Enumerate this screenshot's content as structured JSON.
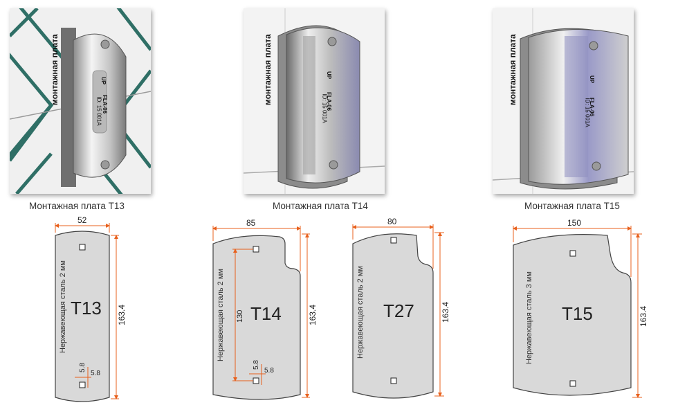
{
  "photos": [
    {
      "label": "монтажная плата",
      "up": "UP",
      "model": "FLA-06",
      "id": "ID: 15 001A",
      "caption": "Монтажная плата T13"
    },
    {
      "label": "монтажная плата",
      "up": "UP",
      "model": "FLA-06",
      "id": "ID: 15 001A",
      "caption": "Монтажная плата T14"
    },
    {
      "label": "монтажная плата",
      "up": "UP",
      "model": "FLA-06",
      "id": "ID: 15 001A",
      "caption": "Монтажная плата T15"
    }
  ],
  "plates": [
    {
      "name": "T13",
      "material": "Нержавеющая сталь 2 мм",
      "width": "52",
      "height": "163.4",
      "hole_dim_1": "5.8",
      "hole_dim_2": "5.8"
    },
    {
      "name": "T14",
      "material": "Нержавеющая сталь 2 мм",
      "width": "85",
      "height": "163.4",
      "hole_spacing": "130",
      "hole_dim_1": "5.8",
      "hole_dim_2": "5.8"
    },
    {
      "name": "T27",
      "material": "Нержавеющая сталь 2 мм",
      "width": "80",
      "height": "163.4"
    },
    {
      "name": "T15",
      "material": "Нержавеющая сталь 3 мм",
      "width": "150",
      "height": "163.4"
    }
  ],
  "colors": {
    "dimension": "#e8601c",
    "plate_fill": "#d9d9d9",
    "plate_stroke": "#444444",
    "fence": "#2f6f66"
  }
}
